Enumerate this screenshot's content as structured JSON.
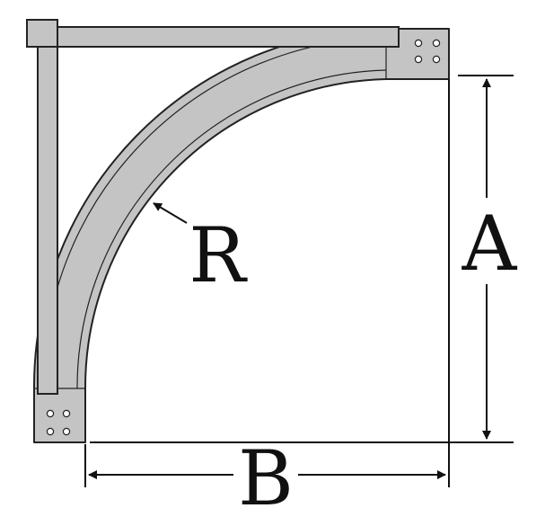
{
  "labels": {
    "radius": "R",
    "height": "A",
    "width": "B"
  },
  "colors": {
    "steel_fill": "#c4c4c4",
    "steel_stroke": "#222222",
    "line": "#111111",
    "background": "#ffffff"
  }
}
